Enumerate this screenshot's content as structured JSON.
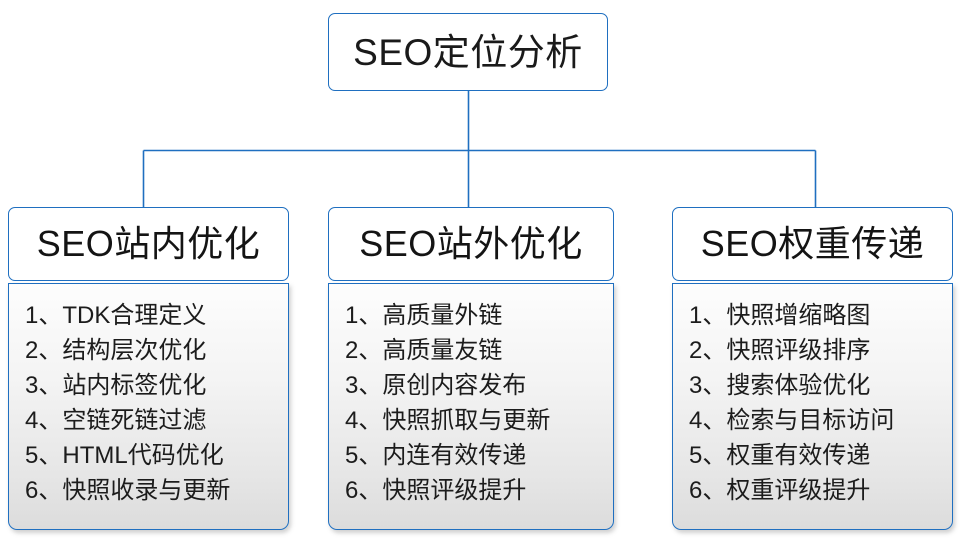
{
  "diagram": {
    "root": {
      "label": "SEO定位分析"
    },
    "connector_color": "#1f6fc0",
    "branches": [
      {
        "header": "SEO站内优化",
        "items": [
          {
            "index": "1、",
            "text": "TDK合理定义"
          },
          {
            "index": "2、",
            "text": "结构层次优化"
          },
          {
            "index": "3、",
            "text": "站内标签优化"
          },
          {
            "index": "4、",
            "text": "空链死链过滤"
          },
          {
            "index": "5、",
            "text": "HTML代码优化"
          },
          {
            "index": "6、",
            "text": "快照收录与更新"
          }
        ]
      },
      {
        "header": "SEO站外优化",
        "items": [
          {
            "index": "1、",
            "text": "高质量外链"
          },
          {
            "index": "2、",
            "text": "高质量友链"
          },
          {
            "index": "3、",
            "text": "原创内容发布"
          },
          {
            "index": "4、",
            "text": "快照抓取与更新"
          },
          {
            "index": "5、",
            "text": "内连有效传递"
          },
          {
            "index": "6、",
            "text": "快照评级提升"
          }
        ]
      },
      {
        "header": "SEO权重传递",
        "items": [
          {
            "index": "1、",
            "text": "快照增缩略图"
          },
          {
            "index": "2、",
            "text": "快照评级排序"
          },
          {
            "index": "3、",
            "text": "搜索体验优化"
          },
          {
            "index": "4、",
            "text": "检索与目标访问"
          },
          {
            "index": "5、",
            "text": "权重有效传递"
          },
          {
            "index": "6、",
            "text": "权重评级提升"
          }
        ]
      }
    ]
  }
}
